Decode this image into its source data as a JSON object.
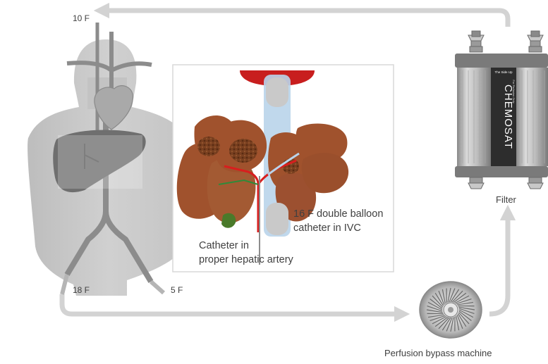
{
  "labels": {
    "port_10f": "10 F",
    "port_18f": "18 F",
    "port_5f": "5 F",
    "double_balloon_line1": "16 F double balloon",
    "double_balloon_line2": "catheter in IVC",
    "hepatic_line1": "Catheter in",
    "hepatic_line2": "proper hepatic artery",
    "filter": "Filter",
    "pump": "Perfusion bypass machine"
  },
  "filter_cartridge": {
    "brand": "CHEMOSAT",
    "small_top": "The Side Up",
    "small_side": "For Perfusion Only"
  },
  "colors": {
    "tube": "#d3d3d3",
    "body": "#c8c8c8",
    "vessel": "#8c8c8c",
    "liver": "#a0522d",
    "tumor": "#6e3a1e",
    "artery_red": "#d81e1e",
    "vein_blue": "#b9d4ea",
    "filter_dark": "#2d2d2d"
  }
}
